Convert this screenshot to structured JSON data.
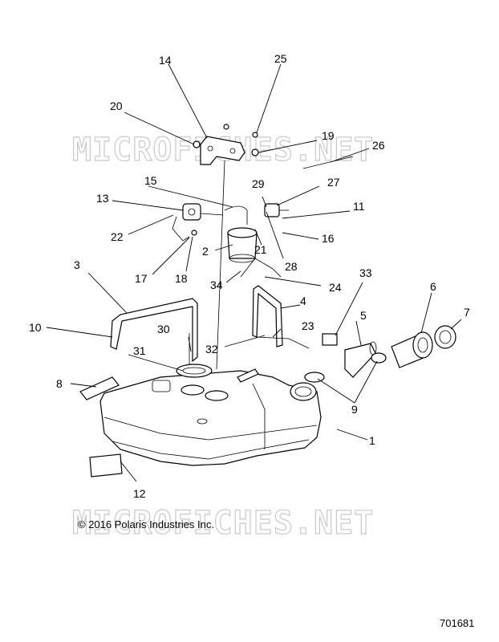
{
  "watermark": "MICROFICHES.NET",
  "copyright": "© 2016 Polaris Industries Inc.",
  "figure_number": "701681",
  "callouts": [
    "1",
    "2",
    "3",
    "4",
    "5",
    "6",
    "7",
    "8",
    "9",
    "10",
    "11",
    "12",
    "13",
    "14",
    "15",
    "16",
    "17",
    "18",
    "19",
    "20",
    "21",
    "22",
    "23",
    "24",
    "25",
    "26",
    "27",
    "28",
    "29",
    "30",
    "31",
    "32",
    "33",
    "34"
  ]
}
